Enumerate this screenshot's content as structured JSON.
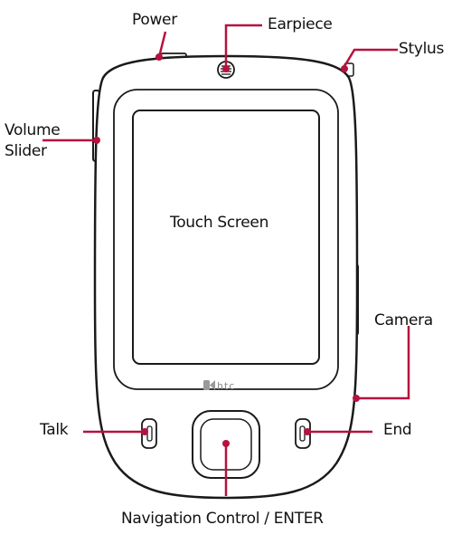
{
  "labels": {
    "power": "Power",
    "earpiece": "Earpiece",
    "stylus": "Stylus",
    "volume_line1": "Volume",
    "volume_line2": "Slider",
    "touch_screen": "Touch Screen",
    "camera": "Camera",
    "talk": "Talk",
    "end": "End",
    "navigation": "Navigation Control / ENTER"
  },
  "logo_text": "htc",
  "colors": {
    "callout": "#b5123f",
    "outline": "#1a1a1a",
    "label_text": "#111111"
  }
}
